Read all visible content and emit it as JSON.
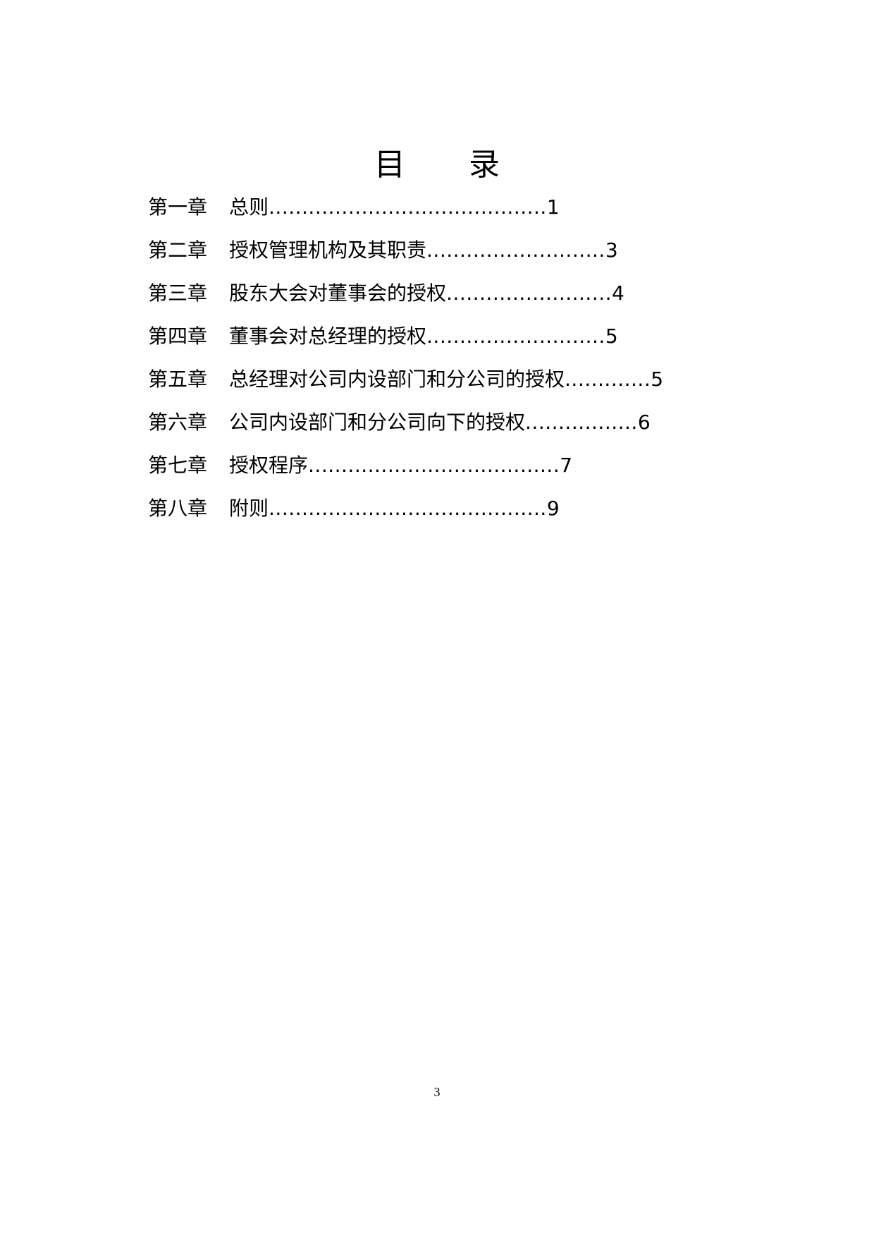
{
  "document": {
    "title": "目  录",
    "page_number": "3"
  },
  "toc": [
    {
      "chapter": "第一章",
      "heading": "总则",
      "dots": "..........................................",
      "page": "1"
    },
    {
      "chapter": "第二章",
      "heading": "授权管理机构及其职责",
      "dots": "...........................",
      "page": "3"
    },
    {
      "chapter": "第三章",
      "heading": "股东大会对董事会的授权",
      "dots": ".........................",
      "page": "4"
    },
    {
      "chapter": "第四章",
      "heading": "董事会对总经理的授权",
      "dots": "...........................",
      "page": "5"
    },
    {
      "chapter": "第五章",
      "heading": "总经理对公司内设部门和分公司的授权",
      "dots": ".............",
      "page": "5"
    },
    {
      "chapter": "第六章",
      "heading": "公司内设部门和分公司向下的授权",
      "dots": ".................",
      "page": "6"
    },
    {
      "chapter": "第七章",
      "heading": "授权程序",
      "dots": "......................................",
      "page": "7"
    },
    {
      "chapter": "第八章",
      "heading": "附则",
      "dots": "..........................................",
      "page": "9"
    }
  ]
}
